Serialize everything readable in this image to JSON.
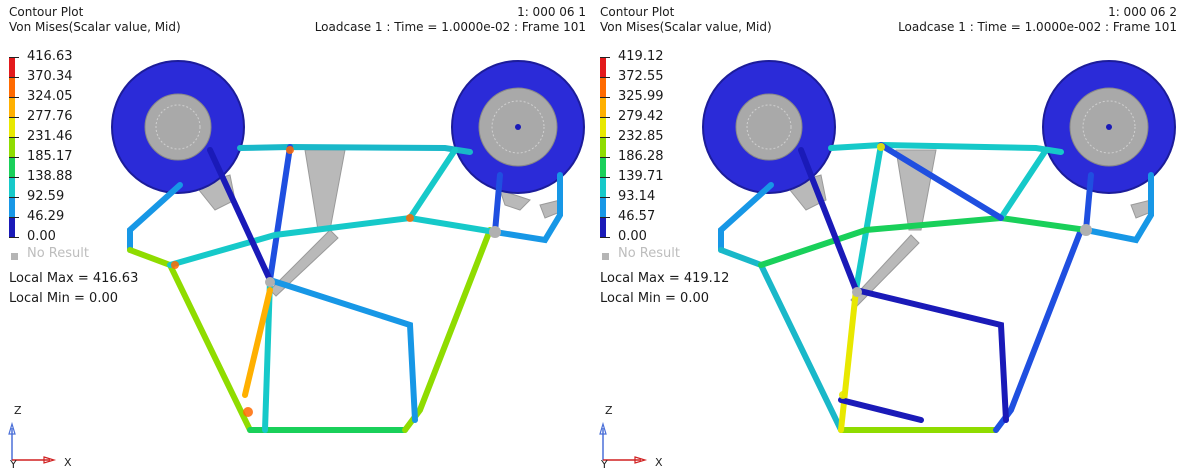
{
  "panels": [
    {
      "title": "Contour Plot",
      "subtitle": "Von Mises(Scalar value, Mid)",
      "id": "1: 000 06 1",
      "loadcase": "Loadcase 1 : Time = 1.0000e-02 : Frame 101",
      "legend_values": [
        "416.63",
        "370.34",
        "324.05",
        "277.76",
        "231.46",
        "185.17",
        "138.88",
        "92.59",
        "46.29",
        "0.00"
      ],
      "no_result": "No Result",
      "local_max": "Local Max = 416.63",
      "local_min": "Local Min = 0.00"
    },
    {
      "title": "Contour Plot",
      "subtitle": "Von Mises(Scalar value, Mid)",
      "id": "1: 000 06 2",
      "loadcase": "Loadcase 1 : Time = 1.0000e-002 : Frame 101",
      "legend_values": [
        "419.12",
        "372.55",
        "325.99",
        "279.42",
        "232.85",
        "186.28",
        "139.71",
        "93.14",
        "46.57",
        "0.00"
      ],
      "no_result": "No Result",
      "local_max": "Local Max = 419.12",
      "local_min": "Local Min = 0.00"
    }
  ],
  "triad": {
    "z": "Z",
    "y": "Y",
    "x": "X"
  },
  "colors": {
    "legend_bands": [
      "#e31a1c",
      "#ff6a00",
      "#ffb000",
      "#e8e800",
      "#8fdc00",
      "#19d05a",
      "#16c9c9",
      "#1797e6",
      "#1f4fe0",
      "#1a1ab8"
    ],
    "tire": "#2b2bd8",
    "hub": "#a9a9a9"
  }
}
